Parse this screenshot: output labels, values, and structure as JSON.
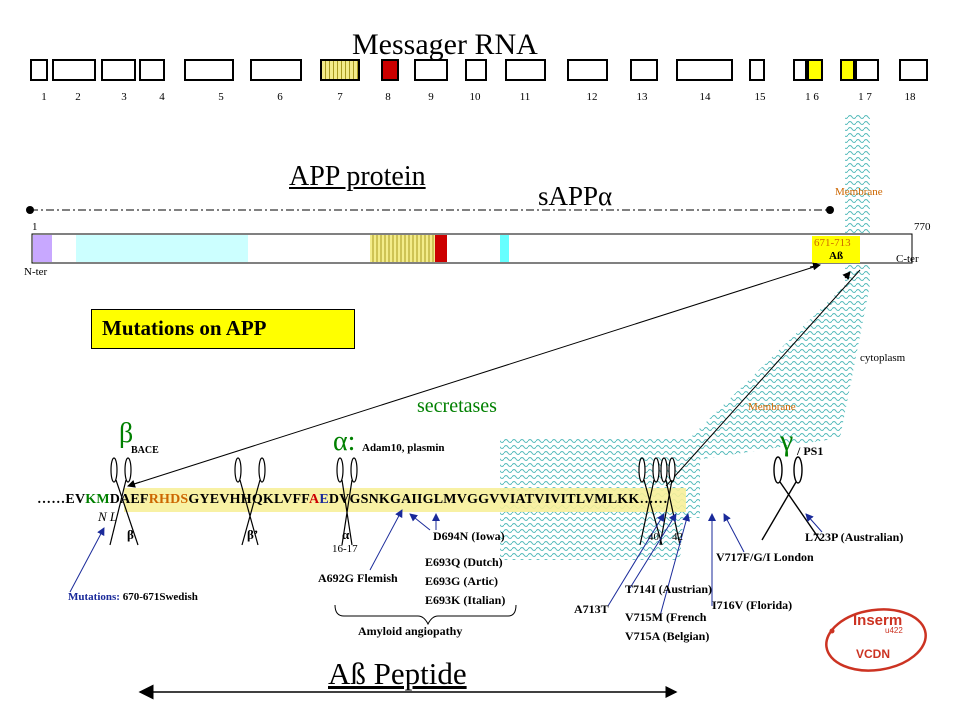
{
  "title_mrna": "Messager RNA",
  "exon_numbers": [
    "1",
    "2",
    "3",
    "4",
    "5",
    "6",
    "7",
    "8",
    "9",
    "10",
    "11",
    "12",
    "13",
    "14",
    "15",
    "1 6",
    "1 7",
    "18"
  ],
  "colors": {
    "stripe_yellow": "#f0e68c",
    "red": "#cc0000",
    "yellow": "#ffff00",
    "cyan": "#ccffff",
    "cyan_dark": "#66ffff",
    "lavender": "#c8a8ff",
    "membrane": "#66cccc",
    "green": "#008000",
    "brown": "#cc6600",
    "blue": "#1a2a9a",
    "callout_bg": "#ffff00"
  },
  "protein": {
    "title": "APP protein",
    "salpha": "sAPPα",
    "membrane_label": "Membrane",
    "start_num": "1",
    "end_num": "770",
    "abeta_range": "671-713",
    "abeta_label": "Aß",
    "nter": "N-ter",
    "cter": "C-ter",
    "cytoplasm": "cytoplasm"
  },
  "callout": "Mutations on APP",
  "secretases": {
    "title": "secretases",
    "membrane_label": "Membrane",
    "beta_sym": "β",
    "beta_name": "BACE",
    "alpha_sym": "α:",
    "alpha_name": "Adam10, plasmin",
    "gamma_sym": "γ",
    "gamma_name": "/ PS1"
  },
  "sequence": {
    "prefix": "……EV",
    "km": "KM",
    "daef": "DAEF",
    "rhds": "RHDS",
    "gyev": "GYEVHHQKLVFF",
    "a": "A",
    "e": "E",
    "rest": "DVGSNKGAIIGLMVGGVVIATVIVITLVMLKK……",
    "nl": "N L"
  },
  "cut_labels": {
    "beta": "β",
    "beta_prime": "β’",
    "alpha": "α",
    "alpha_pos": "16-17",
    "g40": "40",
    "g42": "42"
  },
  "mutations": {
    "prefix": "Mutations:",
    "swedish": "670-671Swedish",
    "flemish": "A692G Flemish",
    "iowa": "D694N (Iowa)",
    "dutch": "E693Q (Dutch)",
    "artic": "E693G (Artic)",
    "italian": "E693K (Italian)",
    "amyloid": "Amyloid angiopathy",
    "a713t": "A713T",
    "austrian": "T714I (Austrian)",
    "french": "V715M (French",
    "belgian": "V715A (Belgian)",
    "florida": "I716V (Florida)",
    "london": "V717F/G/I London",
    "australian": "L723P (Australian)"
  },
  "abeta_peptide": "Aß Peptide",
  "logo": {
    "name": "Inserm",
    "unit": "u422",
    "sub": "VCDN"
  }
}
